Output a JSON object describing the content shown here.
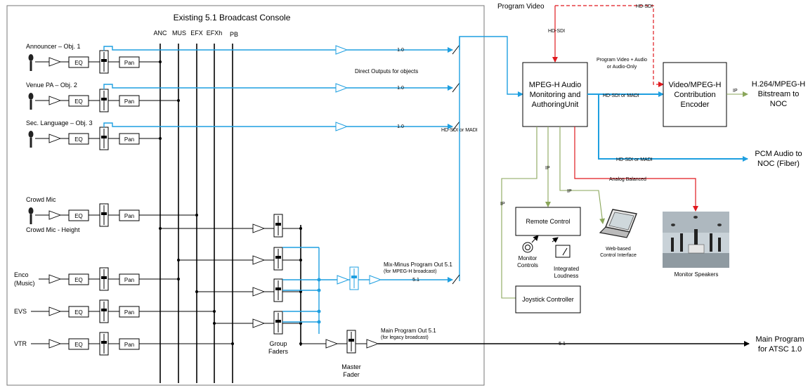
{
  "colors": {
    "audio": "#1e9fe0",
    "video": "#e0191e",
    "ip": "#8aa65a",
    "analog": "#000000"
  },
  "console": {
    "title": "Existing 5.1 Broadcast Console",
    "bus_labels": [
      "ANC",
      "MUS",
      "EFX",
      "EFXh",
      "PB"
    ],
    "channels": [
      {
        "name": "Announcer – Obj. 1",
        "eq": "EQ",
        "pan": "Pan"
      },
      {
        "name": "Venue PA – Obj. 2",
        "eq": "EQ",
        "pan": "Pan"
      },
      {
        "name": "Sec. Language – Obj. 3",
        "eq": "EQ",
        "pan": "Pan"
      },
      {
        "name": "Crowd Mic",
        "name2": "Crowd Mic - Height",
        "eq": "EQ",
        "pan": "Pan"
      },
      {
        "name": "Enco",
        "name2": "(Music)",
        "eq": "EQ",
        "pan": "Pan"
      },
      {
        "name": "EVS",
        "eq": "EQ",
        "pan": "Pan"
      },
      {
        "name": "VTR",
        "eq": "EQ",
        "pan": "Pan"
      }
    ],
    "direct_out_gain": "1.0",
    "direct_outputs_label": "Direct Outputs for objects",
    "hdsdi_madi_label": "HD-SDI or MADI",
    "mix_minus_label": "Mix-Minus Program Out 5.1",
    "mix_minus_sub": "(for MPEG-H broadcast)",
    "mix_minus_format": "5.1",
    "main_program_label": "Main Program Out 5.1",
    "main_program_sub": "(for legacy broadcast)",
    "group_faders_label": "Group",
    "group_faders_label2": "Faders",
    "master_fader_label": "Master",
    "master_fader_label2": "Fader"
  },
  "video": {
    "program_video": "Program Video",
    "hdsdi_top": "HD-SDI",
    "hdsdi_down": "HD-SDI"
  },
  "authoring": {
    "line1": "MPEG-H Audio",
    "line2": "Monitoring and",
    "line3": "AuthoringUnit"
  },
  "encoder": {
    "line1": "Video/MPEG-H",
    "line2": "Contribution",
    "line3": "Encoder",
    "input_label1": "Program Video + Audio",
    "input_label2": "or Audio-Only",
    "link_label": "HD-SDI or MADI",
    "ip_label": "IP"
  },
  "outputs": {
    "bitstream1": "H.264/MPEG-H",
    "bitstream2": "Bitstream to",
    "bitstream3": "NOC",
    "pcm1": "PCM Audio to",
    "pcm2": "NOC (Fiber)",
    "pcm_link": "HD-SDI or MADI",
    "analog": "Analog Balanced",
    "main1": "Main Program",
    "main2": "for ATSC 1.0",
    "main_format": "5.1"
  },
  "control": {
    "remote": "Remote Control",
    "joystick": "Joystick Controller",
    "ip1": "IP",
    "ip2": "IP",
    "ip3": "IP",
    "monitor_controls1": "Monitor",
    "monitor_controls2": "Controls",
    "loudness1": "Integrated",
    "loudness2": "Loudness",
    "web1": "Web-based",
    "web2": "Control Interface",
    "speakers": "Monitor Speakers"
  }
}
